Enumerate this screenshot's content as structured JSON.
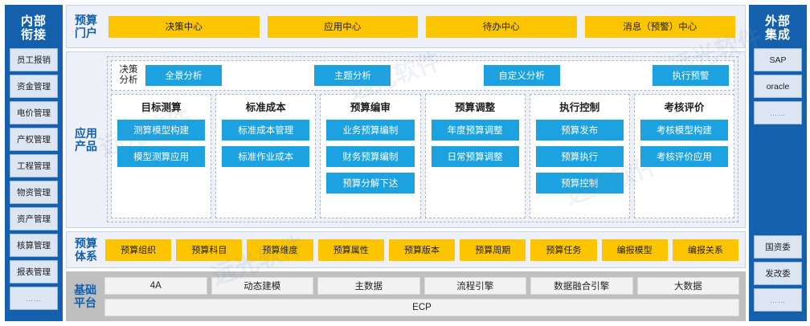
{
  "left_rail": {
    "title": "内部\n衔接",
    "items": [
      {
        "label": "员工报销"
      },
      {
        "label": "资金管理"
      },
      {
        "label": "电价管理"
      },
      {
        "label": "产权管理"
      },
      {
        "label": "工程管理"
      },
      {
        "label": "物资管理"
      },
      {
        "label": "资产管理"
      },
      {
        "label": "核算管理"
      },
      {
        "label": "报表管理"
      },
      {
        "label": "……"
      }
    ]
  },
  "right_rail": {
    "title": "外部\n集成",
    "top_items": [
      {
        "label": "SAP"
      },
      {
        "label": "oracle"
      },
      {
        "label": "……"
      }
    ],
    "bottom_items": [
      {
        "label": "国资委"
      },
      {
        "label": "发改委"
      },
      {
        "label": "……"
      }
    ]
  },
  "portal": {
    "label": "预算\n门户",
    "buttons": [
      {
        "label": "决策中心"
      },
      {
        "label": "应用中心"
      },
      {
        "label": "待办中心"
      },
      {
        "label": "消息（预警）中心"
      }
    ]
  },
  "products": {
    "label": "应用\n产品",
    "decision": {
      "label": "决策\n分析",
      "buttons": [
        {
          "label": "全景分析"
        },
        {
          "label": "主题分析"
        },
        {
          "label": "自定义分析"
        },
        {
          "label": "执行预警"
        }
      ]
    },
    "columns": [
      {
        "title": "目标测算",
        "items": [
          {
            "label": "测算模型构建"
          },
          {
            "label": "模型测算应用"
          }
        ]
      },
      {
        "title": "标准成本",
        "items": [
          {
            "label": "标准成本管理"
          },
          {
            "label": "标准作业成本"
          }
        ]
      },
      {
        "title": "预算编审",
        "items": [
          {
            "label": "业务预算编制"
          },
          {
            "label": "财务预算编制"
          },
          {
            "label": "预算分解下达"
          }
        ]
      },
      {
        "title": "预算调整",
        "items": [
          {
            "label": "年度预算调整"
          },
          {
            "label": "日常预算调整"
          }
        ]
      },
      {
        "title": "执行控制",
        "items": [
          {
            "label": "预算发布"
          },
          {
            "label": "预算执行"
          },
          {
            "label": "预算控制"
          }
        ]
      },
      {
        "title": "考核评价",
        "items": [
          {
            "label": "考核模型构建"
          },
          {
            "label": "考核评价应用"
          }
        ]
      }
    ]
  },
  "system": {
    "label": "预算\n体系",
    "items": [
      {
        "label": "预算组织"
      },
      {
        "label": "预算科目"
      },
      {
        "label": "预算维度"
      },
      {
        "label": "预算属性"
      },
      {
        "label": "预算版本"
      },
      {
        "label": "预算周期"
      },
      {
        "label": "预算任务"
      },
      {
        "label": "编报模型"
      },
      {
        "label": "编报关系"
      }
    ]
  },
  "platform": {
    "label": "基础\n平台",
    "row1": [
      {
        "label": "4A"
      },
      {
        "label": "动态建模"
      },
      {
        "label": "主数据"
      },
      {
        "label": "流程引擎"
      },
      {
        "label": "数据融合引擎"
      },
      {
        "label": "大数据"
      }
    ],
    "row2": [
      {
        "label": "ECP"
      }
    ]
  },
  "colors": {
    "rail_blue": "#1560AD",
    "accent_yellow": "#FDC500",
    "accent_blue": "#1CA2E0",
    "panel_bg": "#EDF1F7",
    "platform_gray": "#BFBFBF"
  }
}
